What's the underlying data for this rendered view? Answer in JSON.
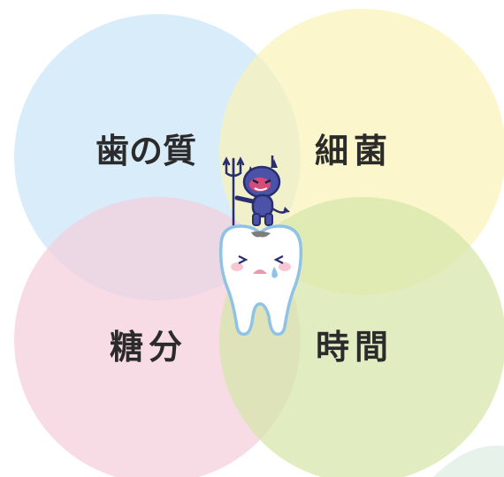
{
  "diagram": {
    "circles": [
      {
        "id": "tooth-quality",
        "label": "歯の質",
        "color": "#cfe7f8"
      },
      {
        "id": "bacteria",
        "label": "細菌",
        "color": "#fbf6c4"
      },
      {
        "id": "sugar",
        "label": "糖分",
        "color": "#f6d6e1"
      },
      {
        "id": "time",
        "label": "時間",
        "color": "#dbe9b6"
      }
    ],
    "labels": {
      "top_left": "歯の質",
      "top_right": "細菌",
      "bottom_left": "糖分",
      "bottom_right": "時間"
    },
    "mascot": {
      "devil_color": "#4b52a8",
      "tooth_outline": "#8fc3e6"
    }
  }
}
